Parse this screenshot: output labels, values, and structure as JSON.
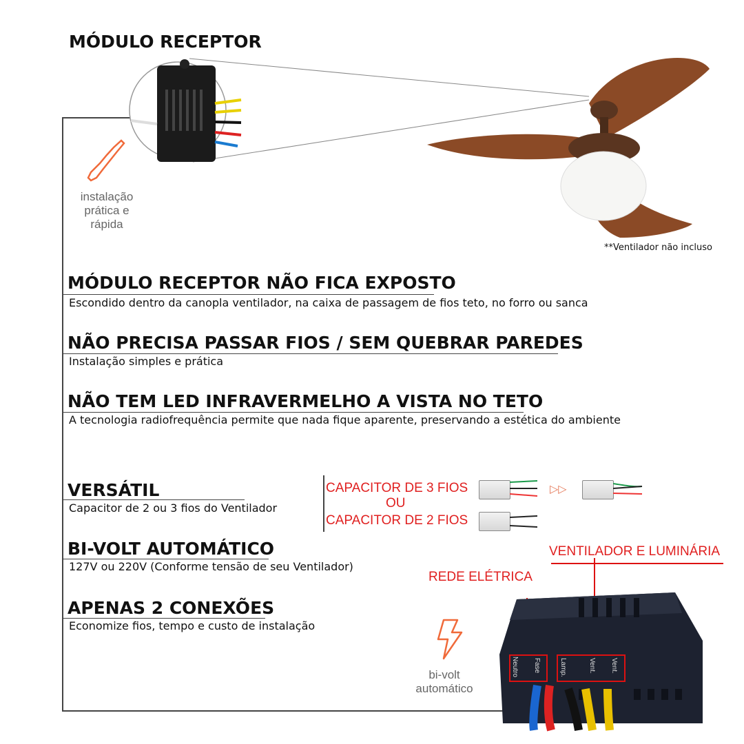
{
  "top": {
    "title": "MÓDULO RECEPTOR",
    "install_note": [
      "instalação",
      "prática e",
      "rápida"
    ],
    "fan_note": "**Ventilador não incluso"
  },
  "features": [
    {
      "title": "MÓDULO RECEPTOR NÃO FICA EXPOSTO",
      "desc": "Escondido dentro da canopla ventilador, na caixa de passagem de fios teto, no forro ou sanca"
    },
    {
      "title": "NÃO PRECISA PASSAR FIOS / SEM QUEBRAR PAREDES",
      "desc": "Instalação simples e prática"
    },
    {
      "title": "NÃO TEM LED INFRAVERMELHO A VISTA NO TETO",
      "desc": "A tecnologia radiofrequência permite que nada fique aparente, preservando a estética do ambiente"
    },
    {
      "title": "VERSÁTIL",
      "desc": "Capacitor de 2 ou 3 fios do Ventilador"
    },
    {
      "title": "BI-VOLT AUTOMÁTICO",
      "desc": "127V ou 220V (Conforme tensão de seu Ventilador)"
    },
    {
      "title": "APENAS 2 CONEXÕES",
      "desc": "Economize fios, tempo e custo de instalação"
    }
  ],
  "capacitor": {
    "three": "CAPACITOR DE 3 FIOS",
    "or": "OU",
    "two": "CAPACITOR DE 2 FIOS",
    "arrows": "▷▷"
  },
  "module": {
    "rede_label": "REDE ELÉTRICA",
    "vent_label": "VENTILADOR E LUMINÁRIA",
    "terminals": [
      "Neutro",
      "Fase",
      "Lamp.",
      "Vent.",
      "Vent."
    ],
    "bivolt_note": [
      "bi-volt",
      "automático"
    ]
  },
  "colors": {
    "accent_red": "#e02020",
    "icon_orange": "#f06a3a",
    "fan_wood": "#8b4a26"
  }
}
